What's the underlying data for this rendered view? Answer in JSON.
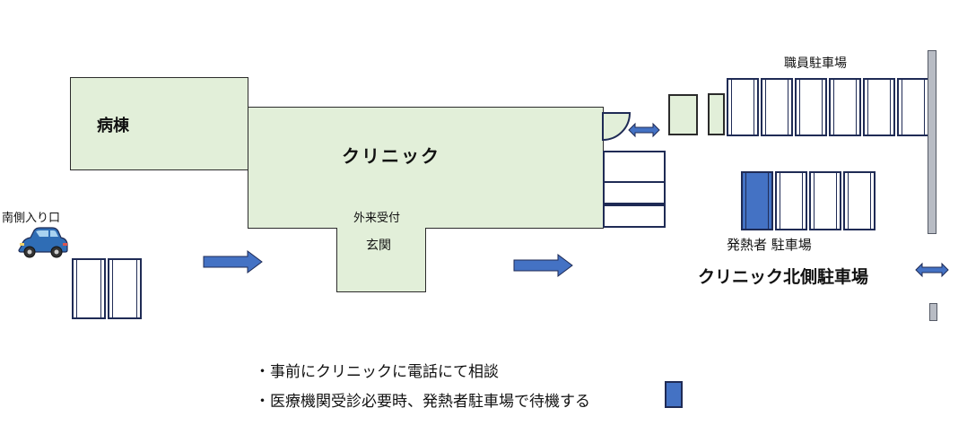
{
  "labels": {
    "ward": "病棟",
    "clinic": "クリニック",
    "reception": "外来受付",
    "entrance": "玄関",
    "south_entrance": "南側入り口",
    "staff_parking": "職員駐車場",
    "fever_parking": "発熱者 駐車場",
    "north_parking": "クリニック北側駐車場"
  },
  "notes": [
    "・事前にクリニックに電話にて相談",
    "・医療機関受診必要時、発熱者駐車場で待機する"
  ],
  "colors": {
    "building_fill": "#e2efd9",
    "accent_blue": "#4472c4",
    "outline_navy": "#1f2b55",
    "pole_gray": "#b8bcc4"
  },
  "icons": [
    "car-icon",
    "arrow-right-icon",
    "double-arrow-icon",
    "door-icon",
    "legend-swatch-icon"
  ]
}
